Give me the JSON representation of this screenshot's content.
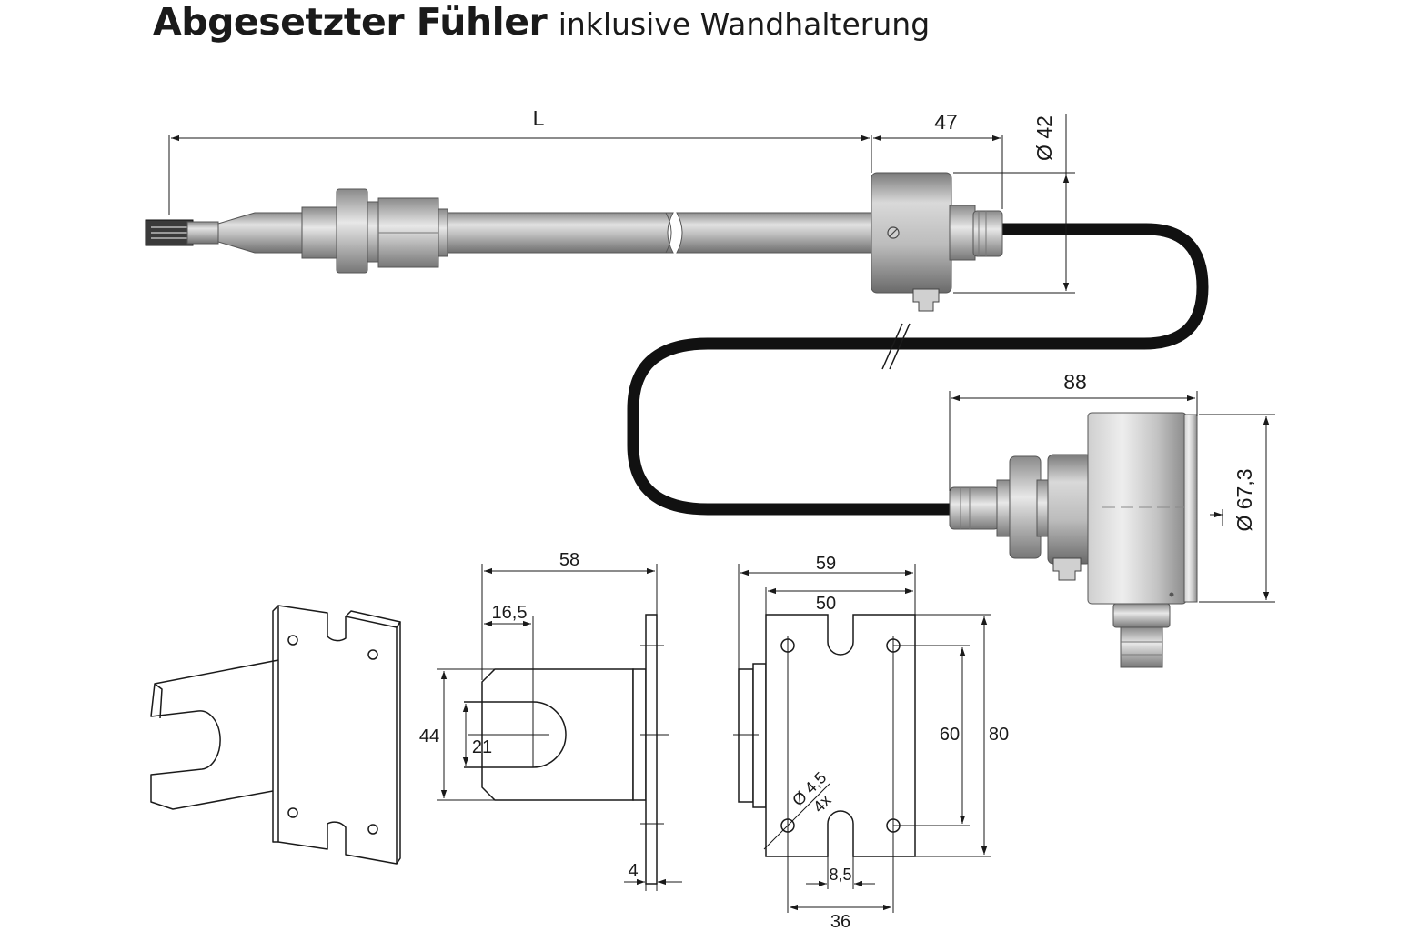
{
  "title": {
    "main": "Abgesetzter Fühler",
    "sub": "inklusive Wandhalterung"
  },
  "dimensions": {
    "probe_length": "L",
    "head_length": "47",
    "head_diameter": "Ø 42",
    "housing_length": "88",
    "housing_diameter": "Ø 67,3",
    "bracket_depth": "58",
    "slot_depth": "16,5",
    "bracket_height": "44",
    "slot_width": "21",
    "plate_thickness": "4",
    "plate_width": "59",
    "hole_spacing_x": "50",
    "hole_spacing_y": "60",
    "plate_height": "80",
    "hole_diameter": "Ø 4,5",
    "hole_count": "4x",
    "slot_width_plate": "8,5",
    "plate_inner_width": "36"
  },
  "colors": {
    "line": "#1a1a1a",
    "cable": "#111111",
    "metal_light": "#e6e6e6",
    "metal_mid": "#a9a9a9",
    "metal_dark": "#6e6e6e"
  }
}
